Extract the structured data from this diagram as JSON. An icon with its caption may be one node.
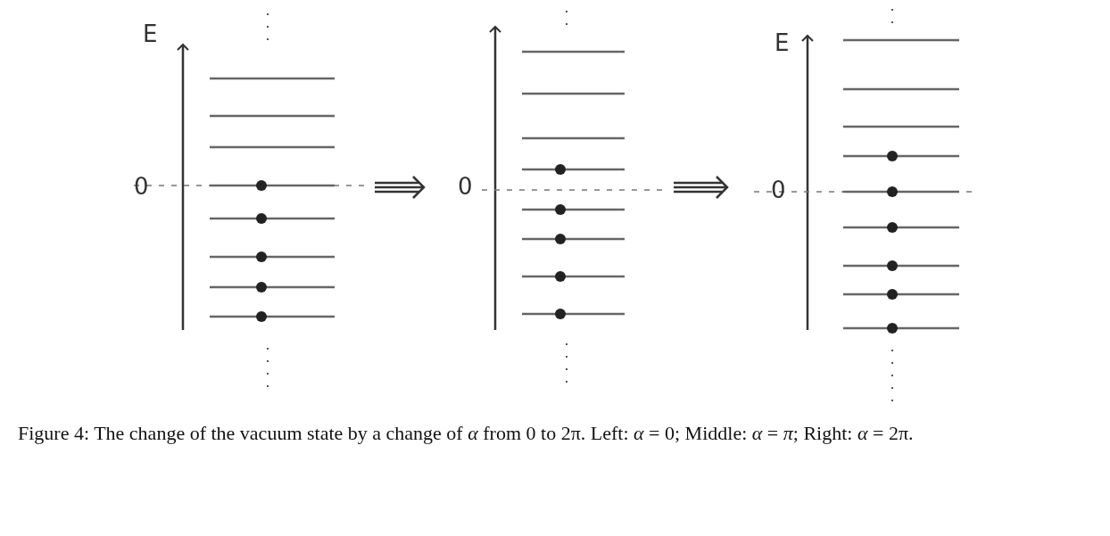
{
  "diagram": {
    "caption": "Figure 4: The change of the vacuum state by a change of *α* from 0 to 2π. Left: *α* = 0; Middle: *α* = *π*; Right: *α* = 2π.",
    "nodes": [
      {
        "text": [],
        "shape": "picture"
      },
      {
        "text": [],
        "shape": "picture"
      },
      {
        "text": [],
        "shape": "picture"
      }
    ],
    "edges": [
      {
        "from": 0,
        "to": 1,
        "arrow": "to"
      },
      {
        "from": 1,
        "to": 2,
        "arrow": "to"
      }
    ],
    "labels": [
      "E",
      "E",
      "0",
      "0",
      "0"
    ]
  }
}
